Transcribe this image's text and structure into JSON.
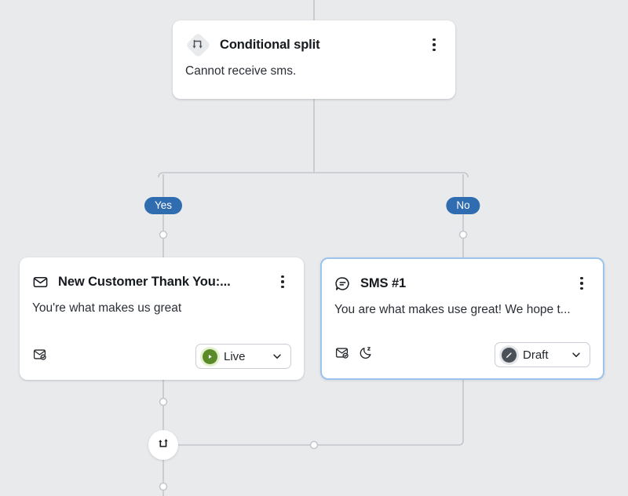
{
  "canvas": {
    "background_color": "#e9eaec",
    "edge_color": "#c3c7cc",
    "connector_dot_color": "#ffffff"
  },
  "nodes": {
    "conditional_split": {
      "icon": "split-branch-icon",
      "title": "Conditional split",
      "body": "Cannot receive sms.",
      "menu_icon": "kebab-menu-icon"
    },
    "email": {
      "icon": "envelope-icon",
      "title": "New Customer Thank You:...",
      "body": "You're what makes us great",
      "menu_icon": "kebab-menu-icon",
      "footer_icons": [
        "envelope-check-icon"
      ],
      "status": {
        "label": "Live",
        "badge_icon": "play-circle-icon",
        "badge_color": "#5b8a2a",
        "chevron_icon": "chevron-down-icon"
      }
    },
    "sms": {
      "icon": "speech-bubble-icon",
      "title": "SMS #1",
      "body": "You are what makes use great! We hope t...",
      "menu_icon": "kebab-menu-icon",
      "selected": true,
      "selection_color": "#9cc3ee",
      "footer_icons": [
        "envelope-check-icon",
        "moon-quiet-hours-icon"
      ],
      "status": {
        "label": "Draft",
        "badge_icon": "pencil-circle-icon",
        "badge_color": "#4a5159",
        "chevron_icon": "chevron-down-icon"
      }
    },
    "merge": {
      "icon": "merge-arrows-icon"
    }
  },
  "branches": {
    "yes": {
      "label": "Yes",
      "color": "#2f6cb0"
    },
    "no": {
      "label": "No",
      "color": "#2f6cb0"
    }
  }
}
